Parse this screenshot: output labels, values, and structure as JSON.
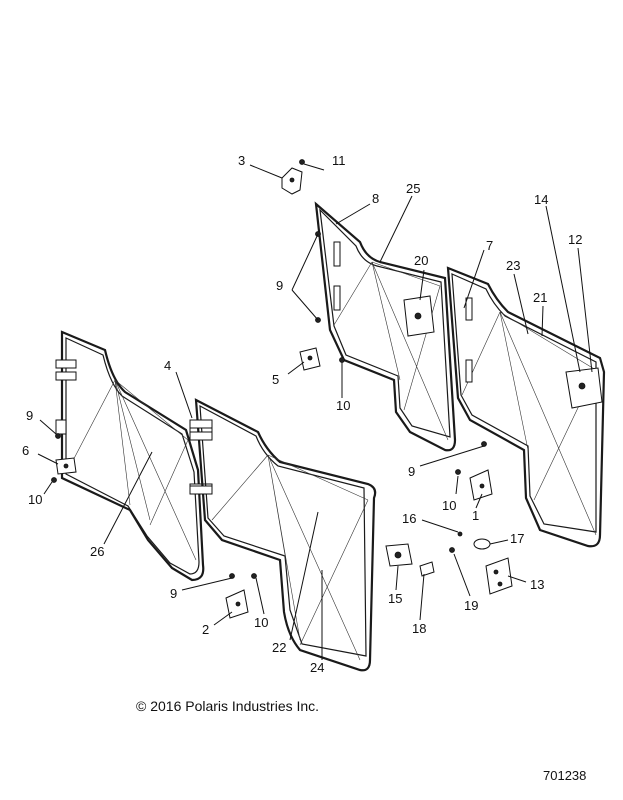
{
  "diagram": {
    "title": "Door assembly exploded view",
    "callouts": {
      "c1": "1",
      "c2": "2",
      "c3": "3",
      "c4": "4",
      "c5": "5",
      "c6": "6",
      "c7": "7",
      "c8": "8",
      "c9a": "9",
      "c9b": "9",
      "c9c": "9",
      "c9d": "9",
      "c10a": "10",
      "c10b": "10",
      "c10c": "10",
      "c10d": "10",
      "c11": "11",
      "c12": "12",
      "c13": "13",
      "c14": "14",
      "c15": "15",
      "c16": "16",
      "c17": "17",
      "c18": "18",
      "c19": "19",
      "c20": "20",
      "c21": "21",
      "c22": "22",
      "c23": "23",
      "c24": "24",
      "c25": "25",
      "c26": "26"
    }
  },
  "footer": {
    "copyright": "© 2016 Polaris Industries Inc.",
    "figure_id": "701238"
  }
}
